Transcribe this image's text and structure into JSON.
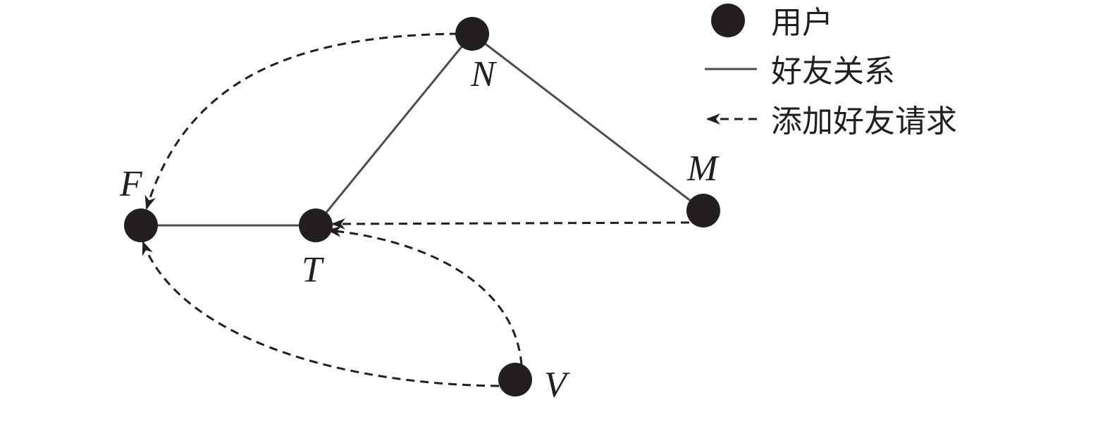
{
  "colors": {
    "node": "#231f20",
    "friend_edge": "#4d4d4d",
    "request_edge": "#231f20"
  },
  "nodes": [
    {
      "id": "N",
      "label": "N"
    },
    {
      "id": "M",
      "label": "M"
    },
    {
      "id": "F",
      "label": "F"
    },
    {
      "id": "T",
      "label": "T"
    },
    {
      "id": "V",
      "label": "V"
    }
  ],
  "friend_edges": [
    {
      "from": "N",
      "to": "T"
    },
    {
      "from": "N",
      "to": "M"
    },
    {
      "from": "F",
      "to": "T"
    }
  ],
  "request_edges": [
    {
      "from": "N",
      "to": "F"
    },
    {
      "from": "M",
      "to": "T"
    },
    {
      "from": "V",
      "to": "T"
    },
    {
      "from": "V",
      "to": "F"
    }
  ],
  "legend": {
    "user": "用户",
    "friend": "好友关系",
    "request": "添加好友请求"
  }
}
